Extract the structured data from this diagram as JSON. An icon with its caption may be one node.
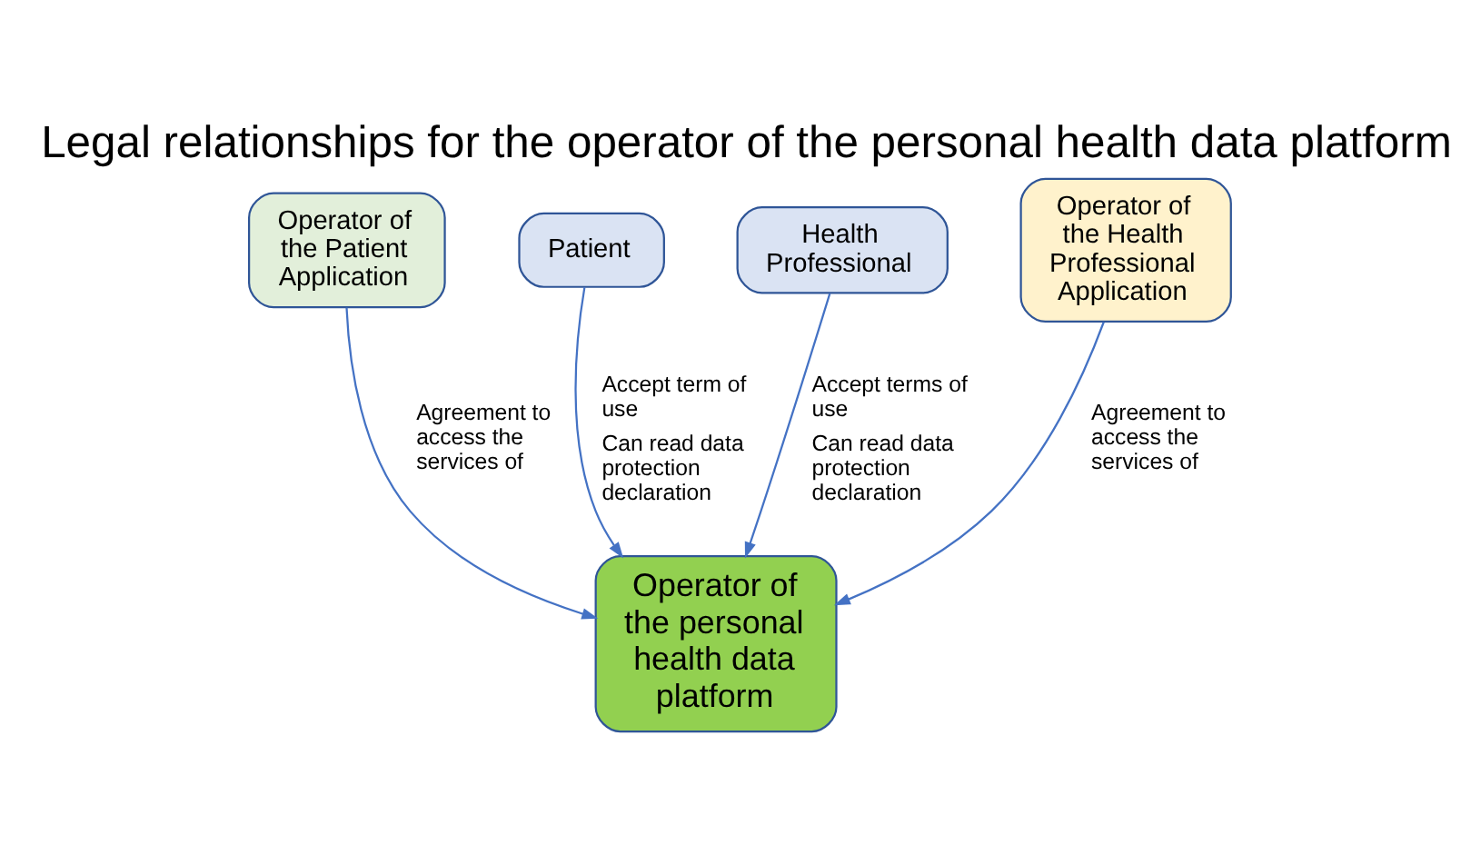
{
  "diagram": {
    "title": "Legal relationships for the operator of the personal health data platform",
    "nodes": [
      {
        "text": [
          "Patient"
        ]
      },
      {
        "text": [
          "Health Professional"
        ]
      },
      {
        "text": [
          "Operator of the Patient Application"
        ]
      },
      {
        "text": [
          "Operator of the Health Professional Application"
        ]
      },
      {
        "text": [
          "Operator of the personal health data platform"
        ]
      }
    ],
    "edges": [
      {
        "from": 2,
        "to": 4,
        "arrow": "to",
        "label": [
          "Agreement to access the services of"
        ]
      },
      {
        "from": 0,
        "to": 4,
        "arrow": "to",
        "label": [
          "Accept term of use",
          "Can read data protection declaration"
        ]
      },
      {
        "from": 1,
        "to": 4,
        "arrow": "to",
        "label": [
          "Accept terms of use",
          "Can read data protection declaration"
        ]
      },
      {
        "from": 3,
        "to": 4,
        "arrow": "to",
        "label": [
          "Agreement to access the services of"
        ]
      }
    ]
  }
}
